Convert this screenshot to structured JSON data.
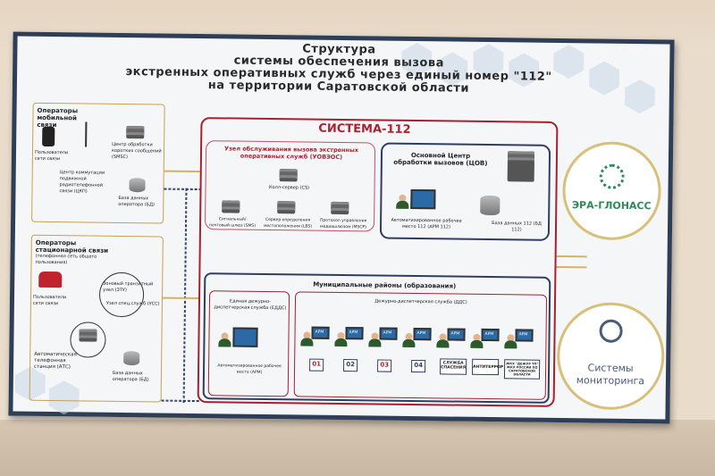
{
  "title": {
    "line1": "Структура",
    "line2": "системы обеспечения вызова",
    "line3": "экстренных оперативных служб через единый номер \"112\"",
    "line4": "на территории Саратовской области"
  },
  "mobile": {
    "heading": "Операторы мобильной связи",
    "subscriber": "Пользователи сети связи",
    "sms_center": "Центр обработки коротких сообщений (SMSC)",
    "switch_center": "Центр коммутации подвижной радиотелефонной связи (ЦКП)",
    "db": "База данных оператора (БД)"
  },
  "fixed": {
    "heading": "Операторы стационарной связи",
    "sub": "(телефонная сеть общего пользования)",
    "subscriber": "Пользователи сети связи",
    "zonal": "Зоновый транзитный узел (ЗТУ)",
    "special": "Узел спец.служб (УСС)",
    "ats": "Автоматическая телефонная станция (АТС)",
    "db": "База данных оператора (БД)"
  },
  "system": {
    "title": "СИСТЕМА-112",
    "node_title": "Узел обслуживания вызова экстренных оперативных служб (УОВЭОС)",
    "call_server": "Колл-сервер (CS)",
    "sms_gw": "Сигнальный/почтовый шлюз (SMS)",
    "lbs": "Сервер определения местоположения (LBS)",
    "mscp": "Протокол управления медиашлюзом (MSCP)",
    "cob_title": "Основной Центр обработки вызовов (ЦОВ)",
    "arm": "Автоматизированное рабочее место 112 (АРМ 112)",
    "db112": "База данных 112 (БД 112)"
  },
  "municipal": {
    "heading": "Муниципальные районы (образования)",
    "edds": "Единая дежурно-диспетчерская служба (ЕДДС)",
    "edds_arm": "Автоматизированное рабочее место (АРМ)",
    "dds": "Дежурно-диспетчерская служба (ДДС)",
    "arm_label": "АРМ",
    "services": [
      "01",
      "02",
      "03",
      "04"
    ],
    "rescue": "СЛУЖБА СПАСЕНИЯ",
    "antiterror": "АНТИТЕРРОР",
    "zhkh": "ЖКХ \"ДЕЖУР ТП\" ЖКХ РОССИИ ПО САРАТОВСКОЙ ОБЛАСТИ"
  },
  "glonass": {
    "label": "ЭРА-ГЛОНАСС"
  },
  "monitoring": {
    "line1": "Системы",
    "line2": "мониторинга"
  },
  "colors": {
    "red": "#a62030",
    "navy": "#2f3e60",
    "gold": "#d8c07a",
    "green": "#2d8a5a"
  }
}
